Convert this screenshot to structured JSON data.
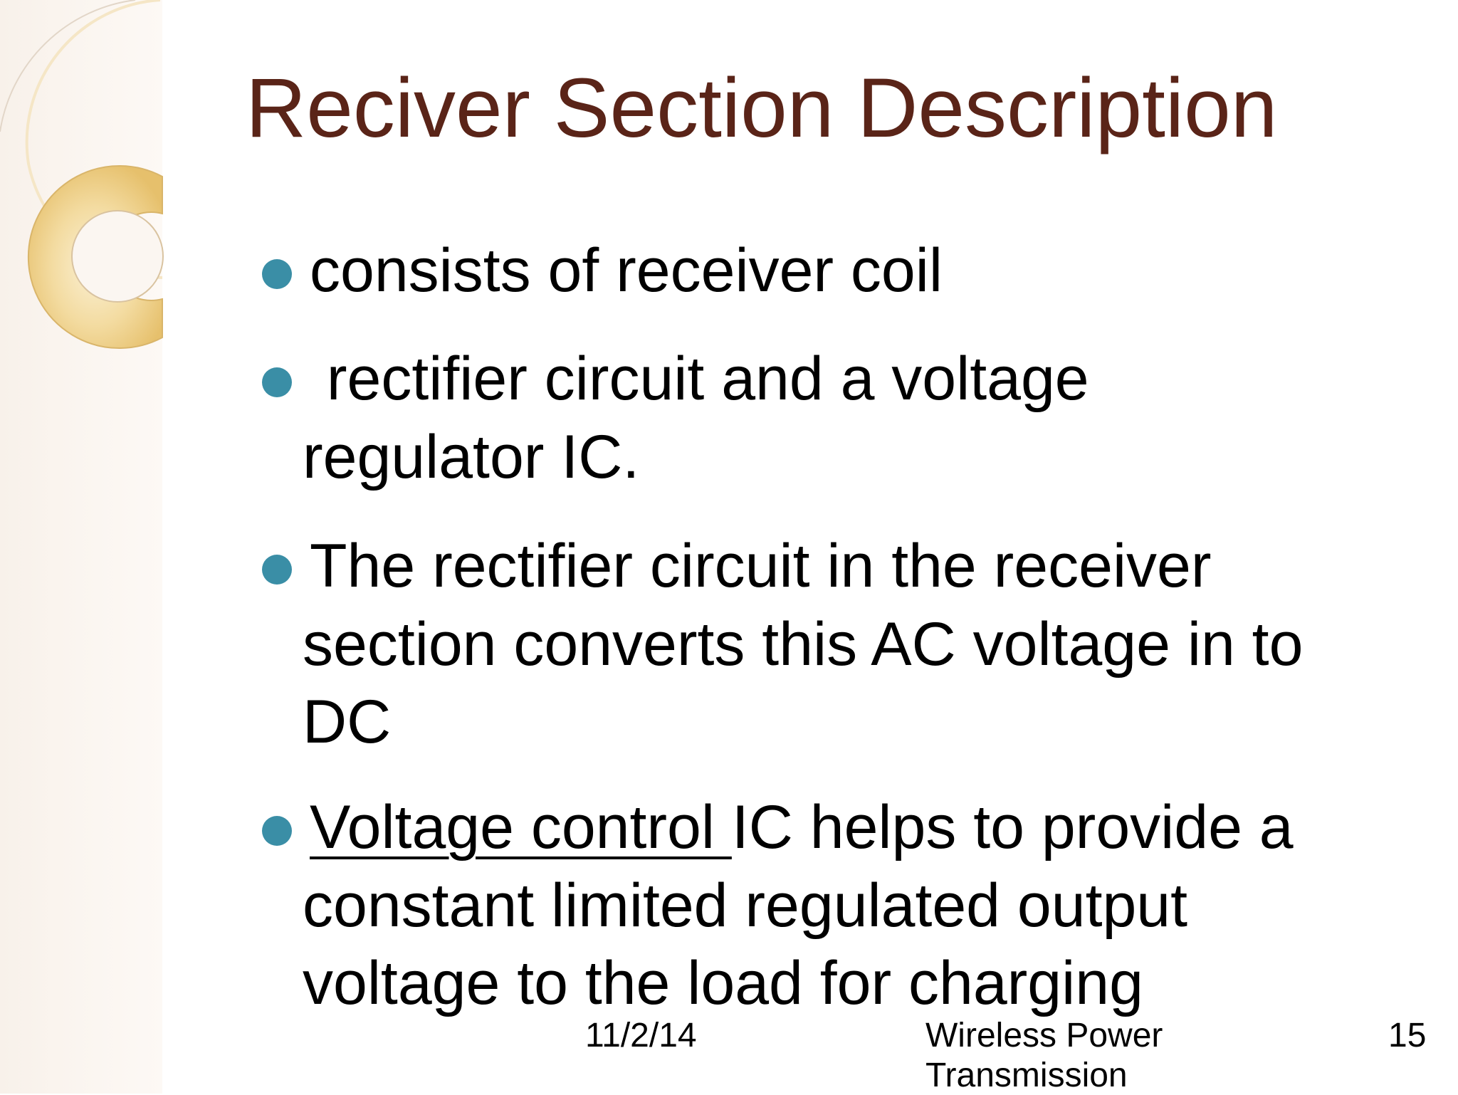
{
  "slide": {
    "title": "Reciver Section Description",
    "bullets": [
      {
        "lines": [
          "consists of receiver coil"
        ]
      },
      {
        "lines": [
          " rectifier circuit and a voltage",
          "regulator IC."
        ]
      },
      {
        "lines": [
          "The rectifier circuit in the receiver",
          "section converts this AC voltage in to",
          "DC"
        ]
      },
      {
        "underlined_lead": "Voltage control ",
        "lead_rest": "IC helps to provide a",
        "lines": [
          "constant limited regulated output",
          "voltage to the load for charging"
        ]
      }
    ],
    "footer": {
      "date": "11/2/14",
      "title_line1": "Wireless Power",
      "title_line2": "Transmission",
      "page_number": "15"
    }
  },
  "colors": {
    "title": "#5a2418",
    "bullet": "#3a8ea6",
    "decor_gold": "#e9c77a"
  }
}
